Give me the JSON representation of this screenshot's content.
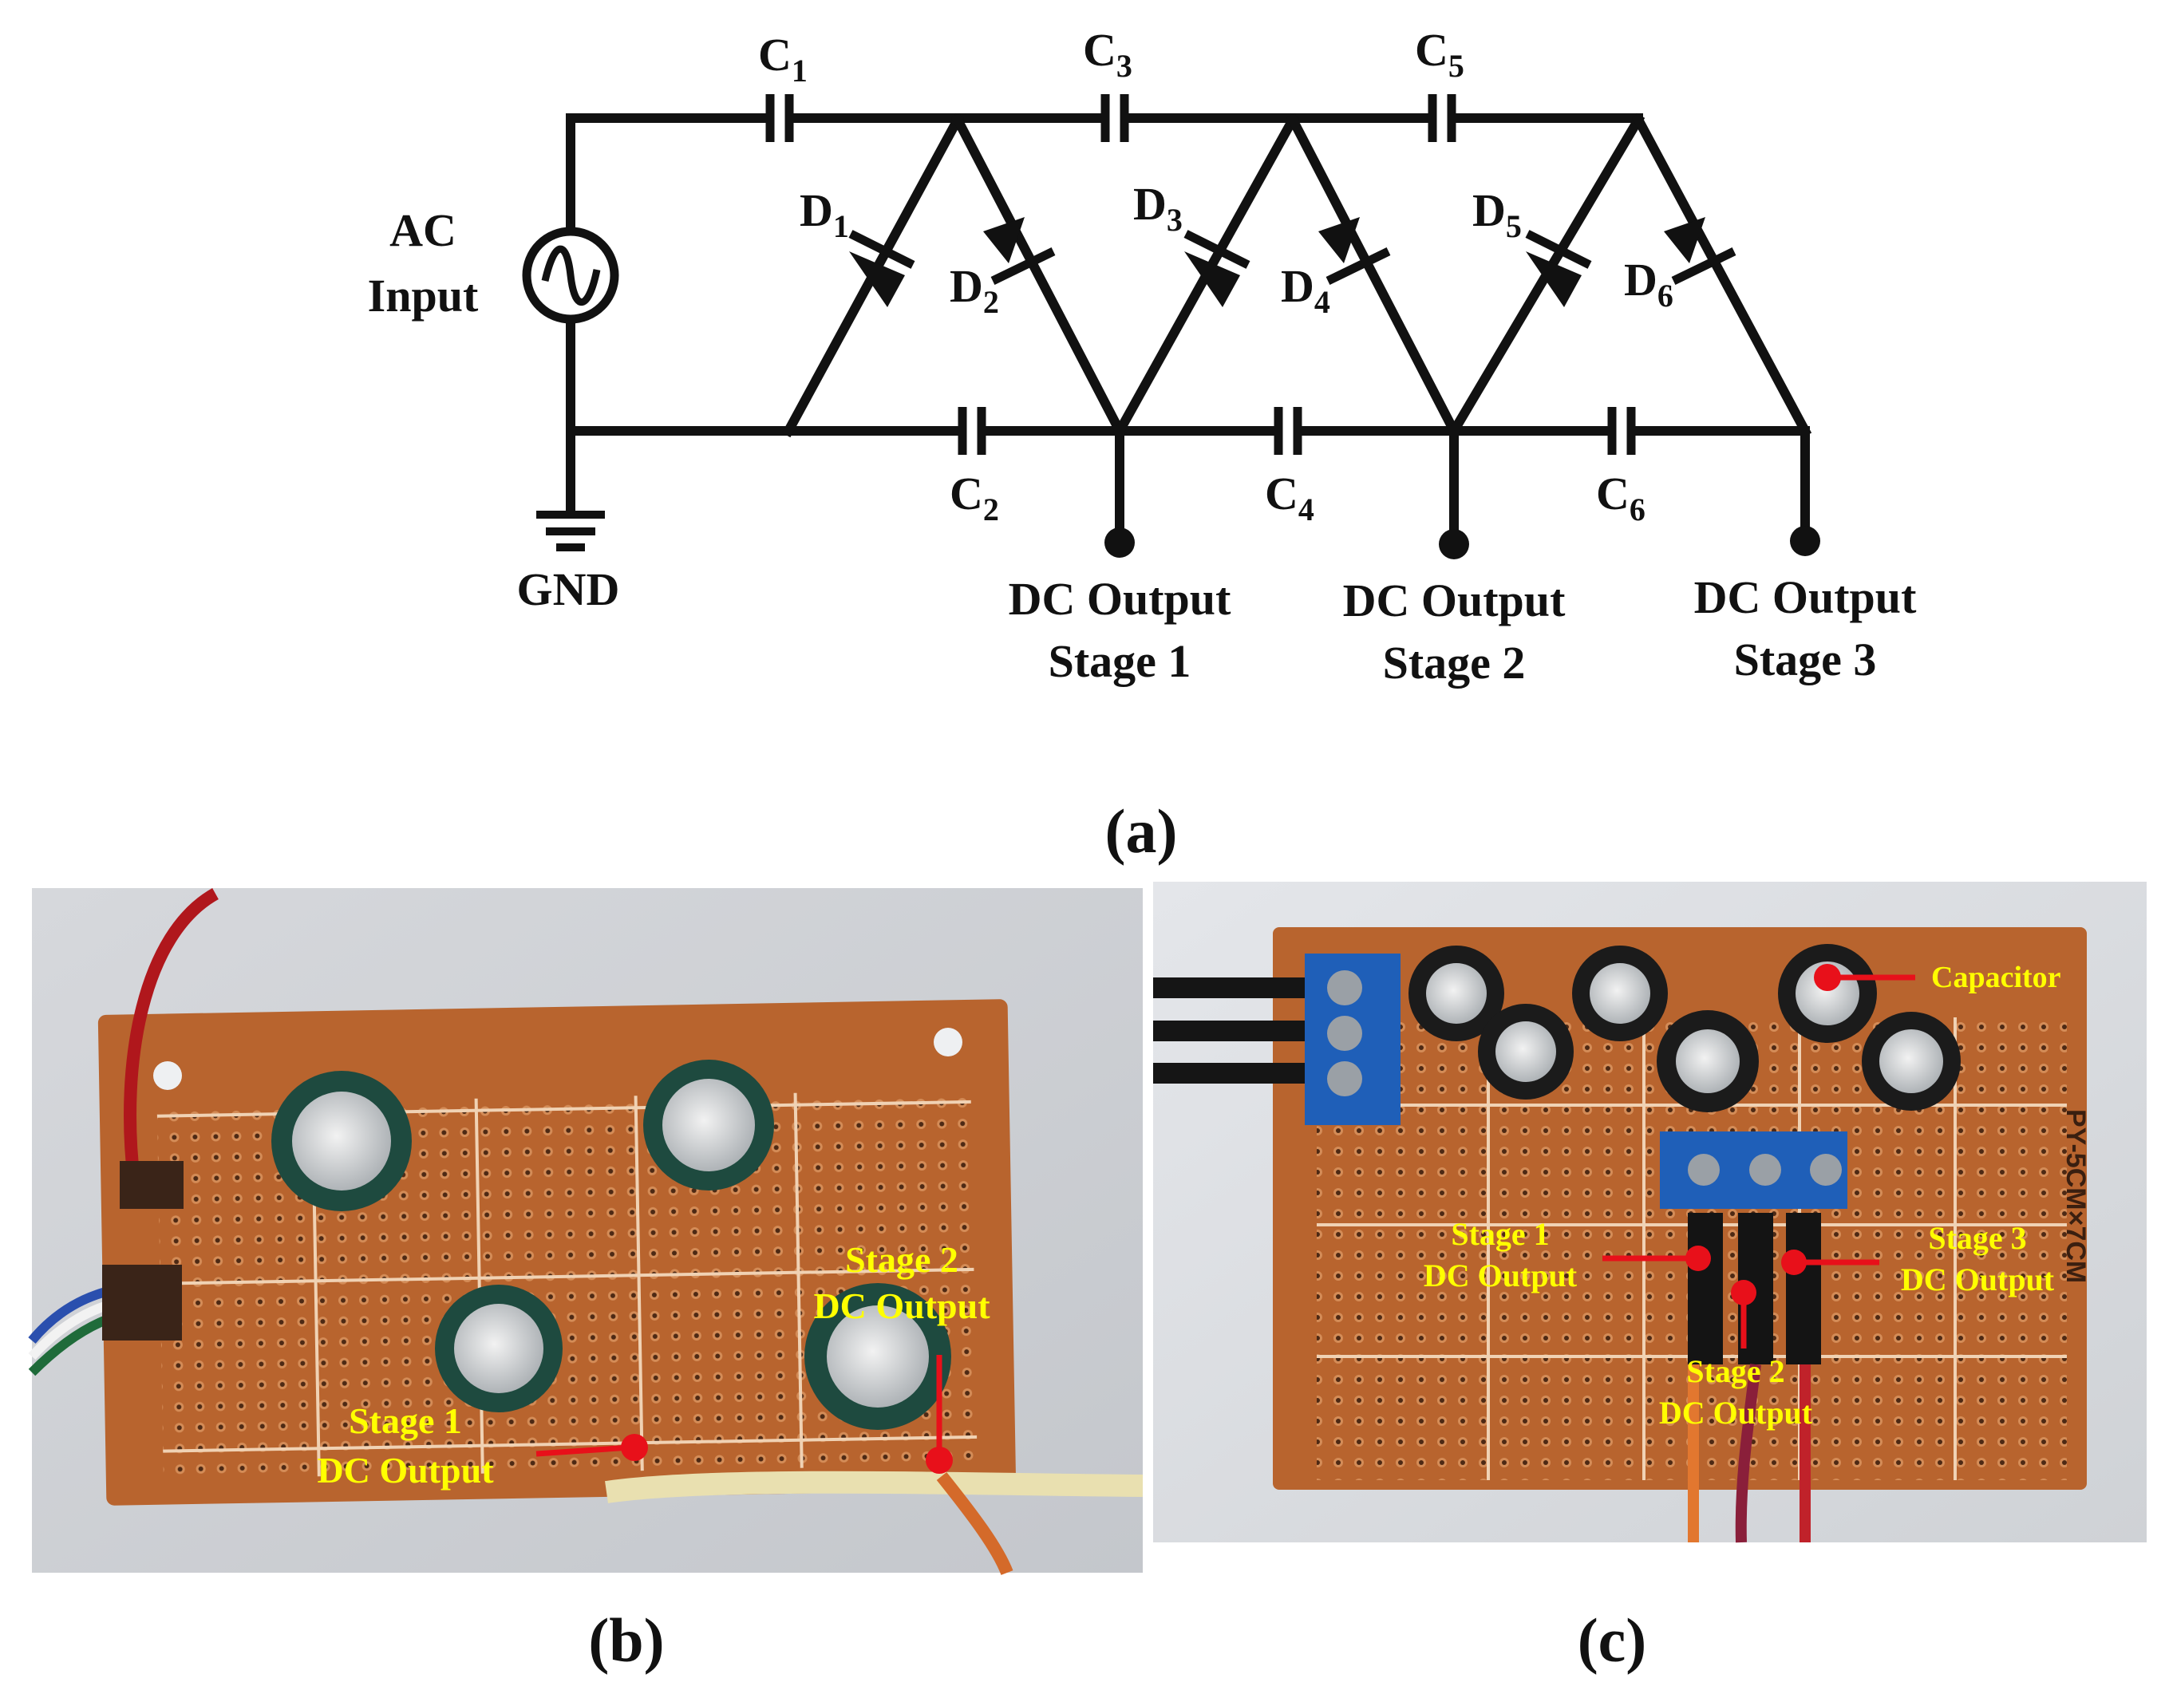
{
  "schematic": {
    "input_label_line1": "AC",
    "input_label_line2": "Input",
    "ground_label": "GND",
    "capacitors": [
      {
        "letter": "C",
        "sub": "1"
      },
      {
        "letter": "C",
        "sub": "3"
      },
      {
        "letter": "C",
        "sub": "5"
      },
      {
        "letter": "C",
        "sub": "2"
      },
      {
        "letter": "C",
        "sub": "4"
      },
      {
        "letter": "C",
        "sub": "6"
      }
    ],
    "diodes": [
      {
        "letter": "D",
        "sub": "1"
      },
      {
        "letter": "D",
        "sub": "2"
      },
      {
        "letter": "D",
        "sub": "3"
      },
      {
        "letter": "D",
        "sub": "4"
      },
      {
        "letter": "D",
        "sub": "5"
      },
      {
        "letter": "D",
        "sub": "6"
      }
    ],
    "outputs": [
      {
        "line1": "DC Output",
        "line2": "Stage 1"
      },
      {
        "line1": "DC Output",
        "line2": "Stage 2"
      },
      {
        "line1": "DC Output",
        "line2": "Stage 3"
      }
    ]
  },
  "captions": {
    "a": "(a)",
    "b": "(b)",
    "c": "(c)"
  },
  "photo_b": {
    "stage2": {
      "line1": "Stage 2",
      "line2": "DC Output"
    },
    "stage1": {
      "line1": "Stage 1",
      "line2": "DC Output"
    }
  },
  "photo_c": {
    "capacitor": "Capacitor",
    "stage1": {
      "line1": "Stage 1",
      "line2": "DC Output"
    },
    "stage2": {
      "line1": "Stage 2",
      "line2": "DC Output"
    },
    "stage3": {
      "line1": "Stage 3",
      "line2": "DC Output"
    },
    "board_text": "PY-5CM×7CM"
  },
  "colors": {
    "label_yellow": "#ffff00",
    "pointer_red": "#e8101a",
    "board_copper": "#b8642e",
    "terminal_blue": "#1f5fb8"
  }
}
